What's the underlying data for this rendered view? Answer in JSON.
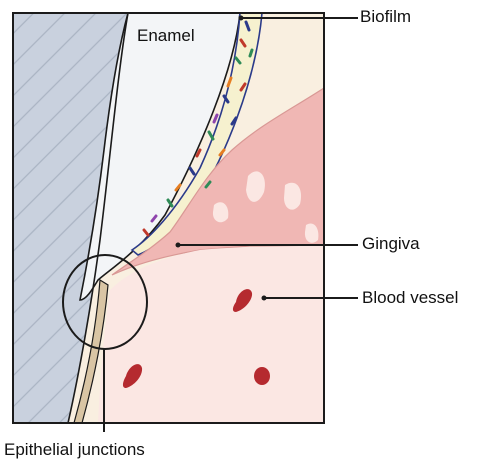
{
  "labels": {
    "enamel": "Enamel",
    "biofilm": "Biofilm",
    "gingiva": "Gingiva",
    "blood_vessel": "Blood vessel",
    "epithelial_junctions": "Epithelial junctions"
  },
  "colors": {
    "tooth_root": "#c9d1de",
    "enamel": "#f3f5f7",
    "gingiva": "#f0b7b4",
    "connective_tissue": "#fbe7e3",
    "background_tissue": "#f9efe0",
    "blood_vessel": "#b52a2f",
    "outline": "#1b1b1b"
  },
  "icons": [
    "biofilm-bacteria-icon",
    "blood-vessel-icon"
  ]
}
